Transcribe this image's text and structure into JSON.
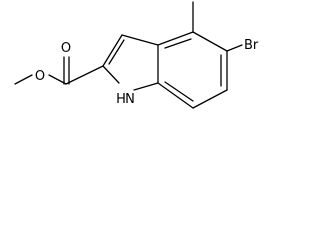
{
  "molecule": {
    "atom_labels": {
      "carbonyl_oxygen": "O",
      "ester_oxygen": "O",
      "bromine": "Br",
      "nitrogen": "N",
      "nitrogen_hydrogen": "H"
    },
    "colors": {
      "bond": "#000000",
      "label": "#000000",
      "background": "#ffffff"
    }
  }
}
